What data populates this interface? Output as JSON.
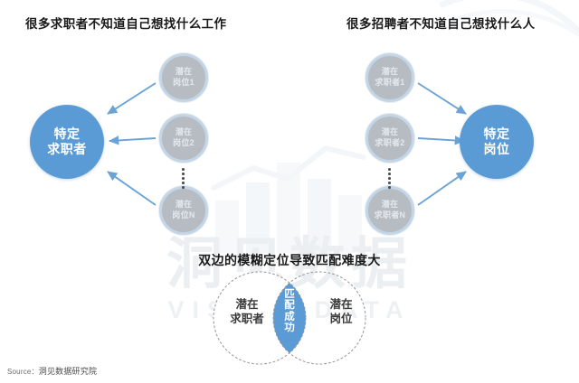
{
  "headings": {
    "left": "很多求职者不知道自己想找什么工作",
    "right": "很多招聘者不知道自己想找什么人",
    "middle": "双边的模糊定位导致匹配难度大"
  },
  "nodes": {
    "main_left": "特定\n求职者",
    "main_left_line1": "特定",
    "main_left_line2": "求职者",
    "main_right_line1": "特定",
    "main_right_line2": "岗位",
    "left_column": [
      {
        "line1": "潜在",
        "line2": "岗位1"
      },
      {
        "line1": "潜在",
        "line2": "岗位2"
      },
      {
        "line1": "潜在",
        "line2": "岗位N"
      }
    ],
    "right_column": [
      {
        "line1": "潜在",
        "line2": "求职者1"
      },
      {
        "line1": "潜在",
        "line2": "求职者2"
      },
      {
        "line1": "潜在",
        "line2": "求职者N"
      }
    ]
  },
  "venn": {
    "left_line1": "潜在",
    "left_line2": "求职者",
    "right_line1": "潜在",
    "right_line2": "岗位",
    "center_c1": "匹",
    "center_c2": "配",
    "center_c3": "成",
    "center_c4": "功"
  },
  "watermark": {
    "text_main": "洞见数据",
    "text_sub": "VISION DATA"
  },
  "source": {
    "label": "Source：",
    "value": "洞见数据研究院"
  },
  "colors": {
    "accent_blue": "#5b9bd5",
    "node_gray": "#b6bcc2",
    "node_ring": "#c3d6e8",
    "arrow_blue": "#6ba3d6",
    "text_dark": "#1a1a1a"
  }
}
